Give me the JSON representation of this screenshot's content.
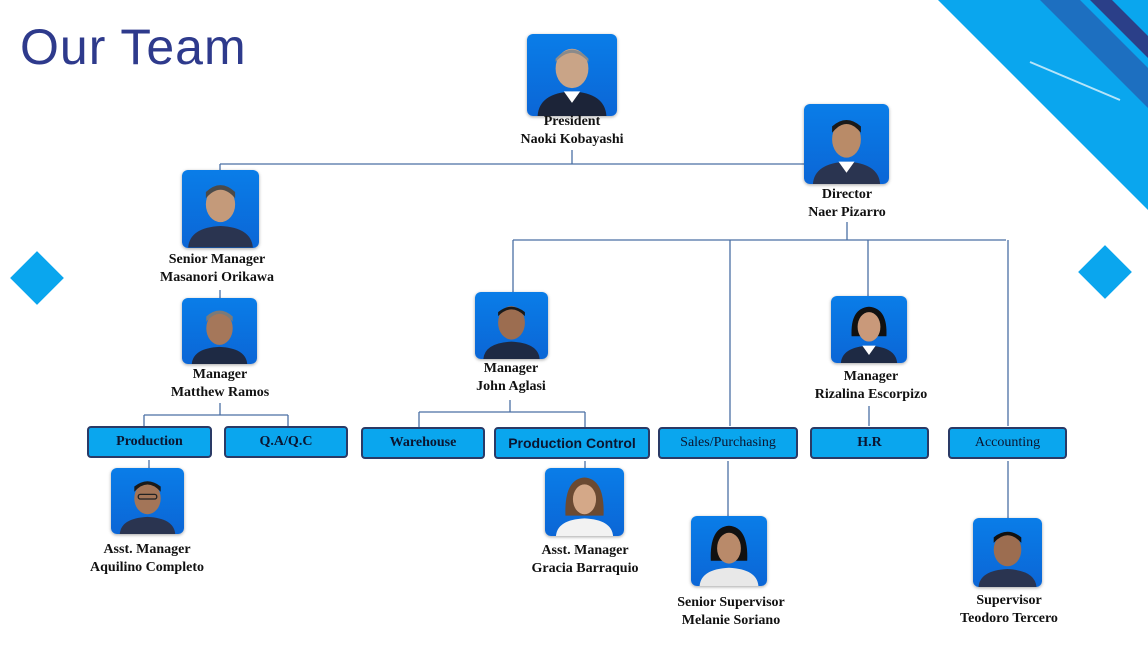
{
  "slide": {
    "title": "Our Team"
  },
  "people": {
    "president": {
      "role": "President",
      "name": "Naoki Kobayashi"
    },
    "director": {
      "role": "Director",
      "name": "Naer Pizarro"
    },
    "senior_manager": {
      "role": "Senior Manager",
      "name": "Masanori Orikawa"
    },
    "manager_ramos": {
      "role": "Manager",
      "name": "Matthew Ramos"
    },
    "manager_aglasi": {
      "role": "Manager",
      "name": "John Aglasi"
    },
    "manager_escorpizo": {
      "role": "Manager",
      "name": "Rizalina Escorpizo"
    },
    "asst_completo": {
      "role": "Asst. Manager",
      "name": "Aquilino Completo"
    },
    "asst_barraquio": {
      "role": "Asst. Manager",
      "name": "Gracia Barraquio"
    },
    "senior_supervisor": {
      "role": "Senior Supervisor",
      "name": "Melanie Soriano"
    },
    "supervisor": {
      "role": "Supervisor",
      "name": "Teodoro Tercero"
    }
  },
  "departments": {
    "production": "Production",
    "qaqc": "Q.A/Q.C",
    "warehouse": "Warehouse",
    "production_control": "Production Control",
    "sales_purchasing": "Sales/Purchasing",
    "hr": "H.R",
    "accounting": "Accounting"
  },
  "colors": {
    "title": "#2e3a8c",
    "accent": "#0aa6ee",
    "photo_bg": "#0b72e0",
    "connector": "#4a6fa5"
  }
}
